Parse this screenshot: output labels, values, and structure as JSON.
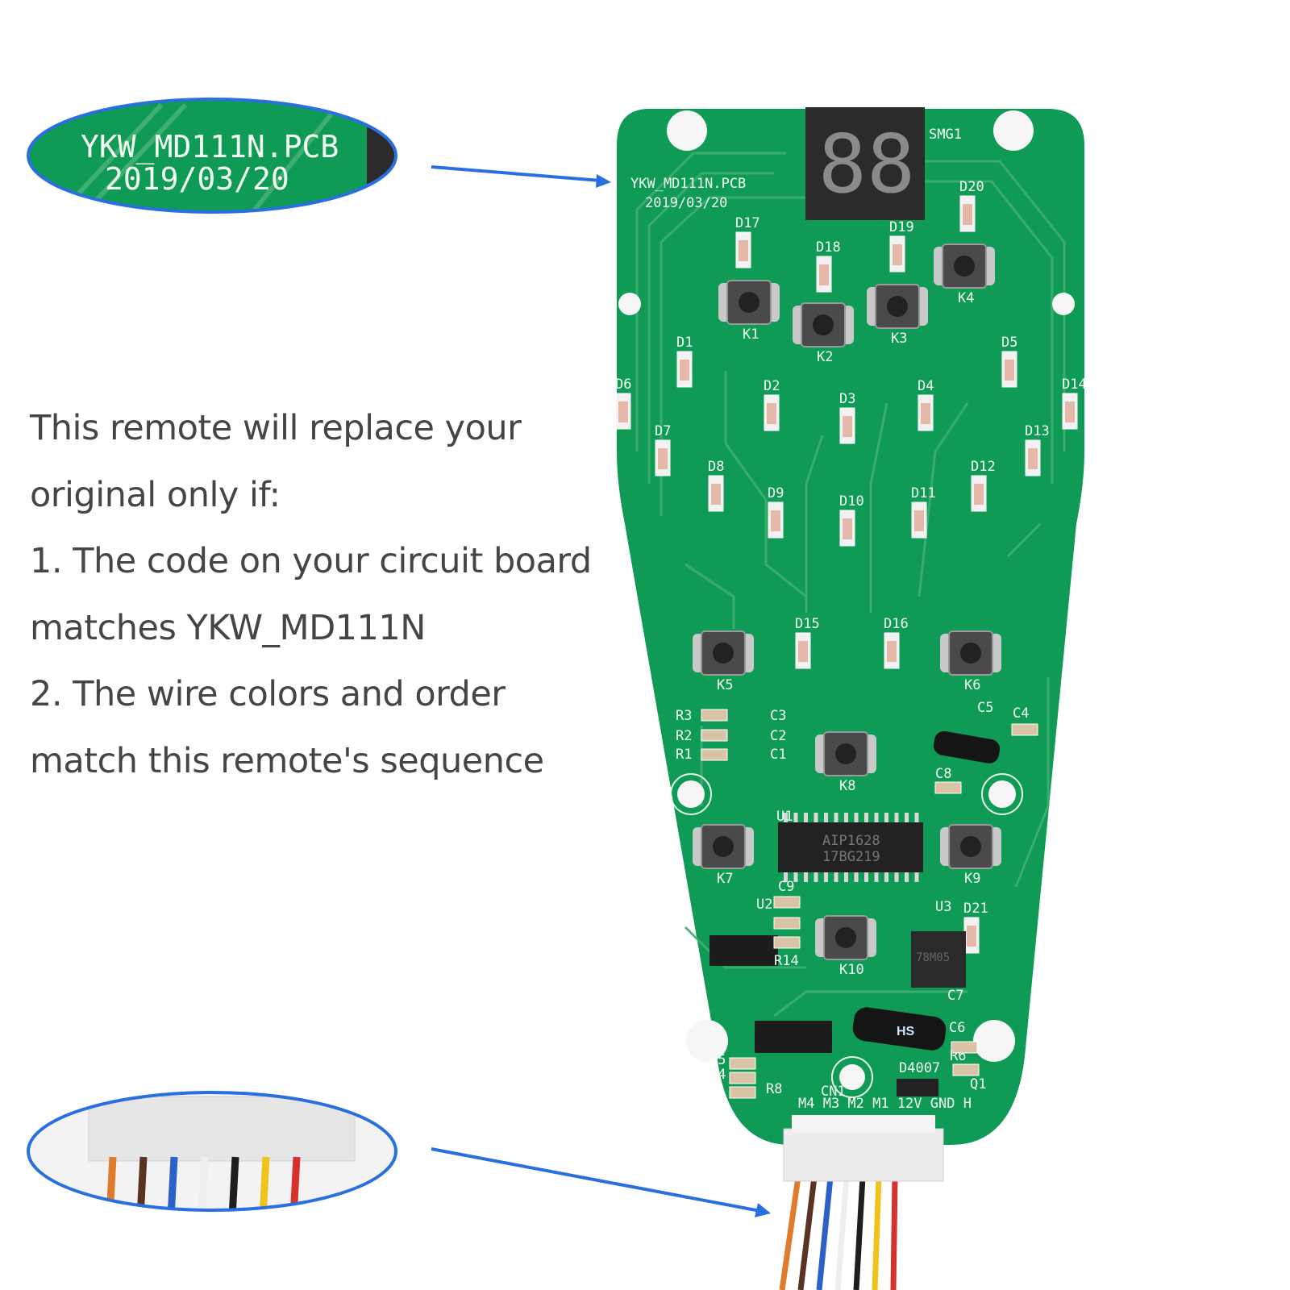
{
  "description": {
    "lines": [
      "This remote will replace your",
      "original only if:",
      "1. The code on your circuit board",
      "matches YKW_MD111N",
      "2. The wire colors and order",
      "match this remote's sequence"
    ]
  },
  "zoom_callout_code": {
    "line1": "YKW_MD111N.PCB",
    "line2": "2019/03/20"
  },
  "board": {
    "code": "YKW_MD111N.PCB",
    "date": "2019/03/20",
    "display_label": "SMG1",
    "display_digits": "88",
    "ic_main": {
      "label": "U1",
      "line1": "AIP1628",
      "line2": "17BG219"
    },
    "ic_u2": "U2",
    "ic_u3": {
      "label": "U3",
      "text": "78M05"
    },
    "connector": {
      "label": "CN1",
      "pins": "M4 M3 M2 M1 12V GND H"
    },
    "diode": "D4007",
    "cap_marking": "HS",
    "leds": [
      "D17",
      "D18",
      "D19",
      "D20",
      "D1",
      "D6",
      "D7",
      "D2",
      "D3",
      "D4",
      "D5",
      "D14",
      "D13",
      "D8",
      "D9",
      "D10",
      "D11",
      "D12",
      "D15",
      "D16",
      "D21"
    ],
    "buttons": [
      "K1",
      "K2",
      "K3",
      "K4",
      "K5",
      "K6",
      "K7",
      "K8",
      "K9",
      "K10"
    ],
    "passives": [
      "R3",
      "R2",
      "R1",
      "C3",
      "C2",
      "C1",
      "C5",
      "C4",
      "C8",
      "C9",
      "R14",
      "C7",
      "C6",
      "R6",
      "R5",
      "R4",
      "R8",
      "Q1"
    ]
  },
  "colors": {
    "board": "#0f9a55",
    "trace": "#3aa86a",
    "callout": "#2a6fe0",
    "text": "#454545"
  },
  "wire_colors": [
    "#e07a2e",
    "#5a3322",
    "#2a62c8",
    "#eeeeee",
    "#1e1e1e",
    "#f1c21a",
    "#d8302a"
  ]
}
